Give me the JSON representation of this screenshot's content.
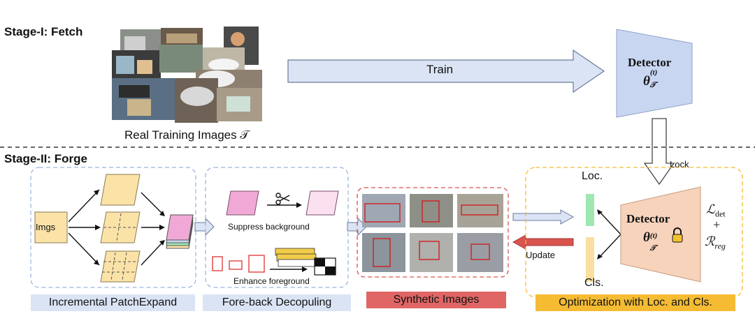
{
  "stage1": {
    "label": "Stage-I: Fetch",
    "images_caption": "Real Training Images 𝒯",
    "train_label": "Train"
  },
  "detector_top": {
    "title": "Detector",
    "param": "θ",
    "param_sup": "(t)",
    "param_sub": "𝒯"
  },
  "stage2": {
    "label": "Stage-II: Forge",
    "lock_label": "Lock",
    "patchexpand": {
      "input_label": "Imgs",
      "caption": "Incremental PatchExpand",
      "caption_bg": "#dbe4f5"
    },
    "decoupling": {
      "suppress_label": "Suppress background",
      "enhance_label": "Enhance foreground",
      "caption": "Fore-back Decopuling",
      "caption_bg": "#dbe4f5"
    },
    "synthetic": {
      "caption": "Synthetic Images",
      "caption_bg": "#e06666"
    },
    "update_label": "Update",
    "optimization": {
      "loc_label": "Loc.",
      "cls_label": "Cls.",
      "caption": "Optimization with Loc. and Cls.",
      "caption_bg": "#f5bc33",
      "detector_title": "Detector",
      "param": "θ",
      "param_sup": "(t)",
      "param_sub": "𝒯",
      "loss_det": "ℒ",
      "loss_det_sub": "det",
      "plus": "+",
      "loss_reg": "ℛ",
      "loss_reg_sub": "reg"
    }
  },
  "colors": {
    "arrow_fill": "#dbe4f5",
    "arrow_stroke": "#6b7a99",
    "detector_blue": "#c9d6f2",
    "detector_orange": "#f7d3bc",
    "patch_yellow": "#fbe3a8",
    "patch_pink": "#f0a9d6",
    "loc_green": "#9fe7b0",
    "cls_yellow": "#fbdfa0",
    "update_red": "#d9534f"
  }
}
